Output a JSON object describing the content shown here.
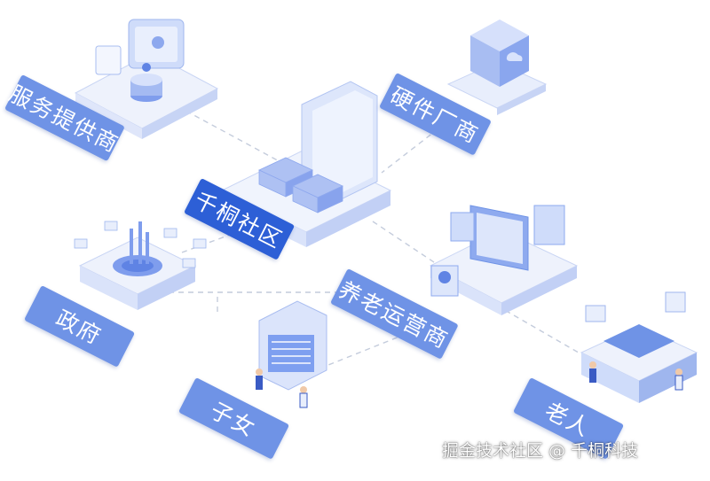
{
  "nodes": {
    "service_provider": "服务提供商",
    "hardware_vendor": "硬件厂商",
    "community": "千桐社区",
    "government": "政府",
    "elderly_care_operator": "养老运营商",
    "children": "子女",
    "elderly": "老人"
  },
  "watermark": "掘金技术社区 @ 千桐科技",
  "colors": {
    "label_light": "#6f93e6",
    "label_dark": "#2d5fd6",
    "illustration_blue": "#7e9ff0",
    "illustration_pale": "#dfe7fb",
    "connector": "#c4ccdc"
  }
}
